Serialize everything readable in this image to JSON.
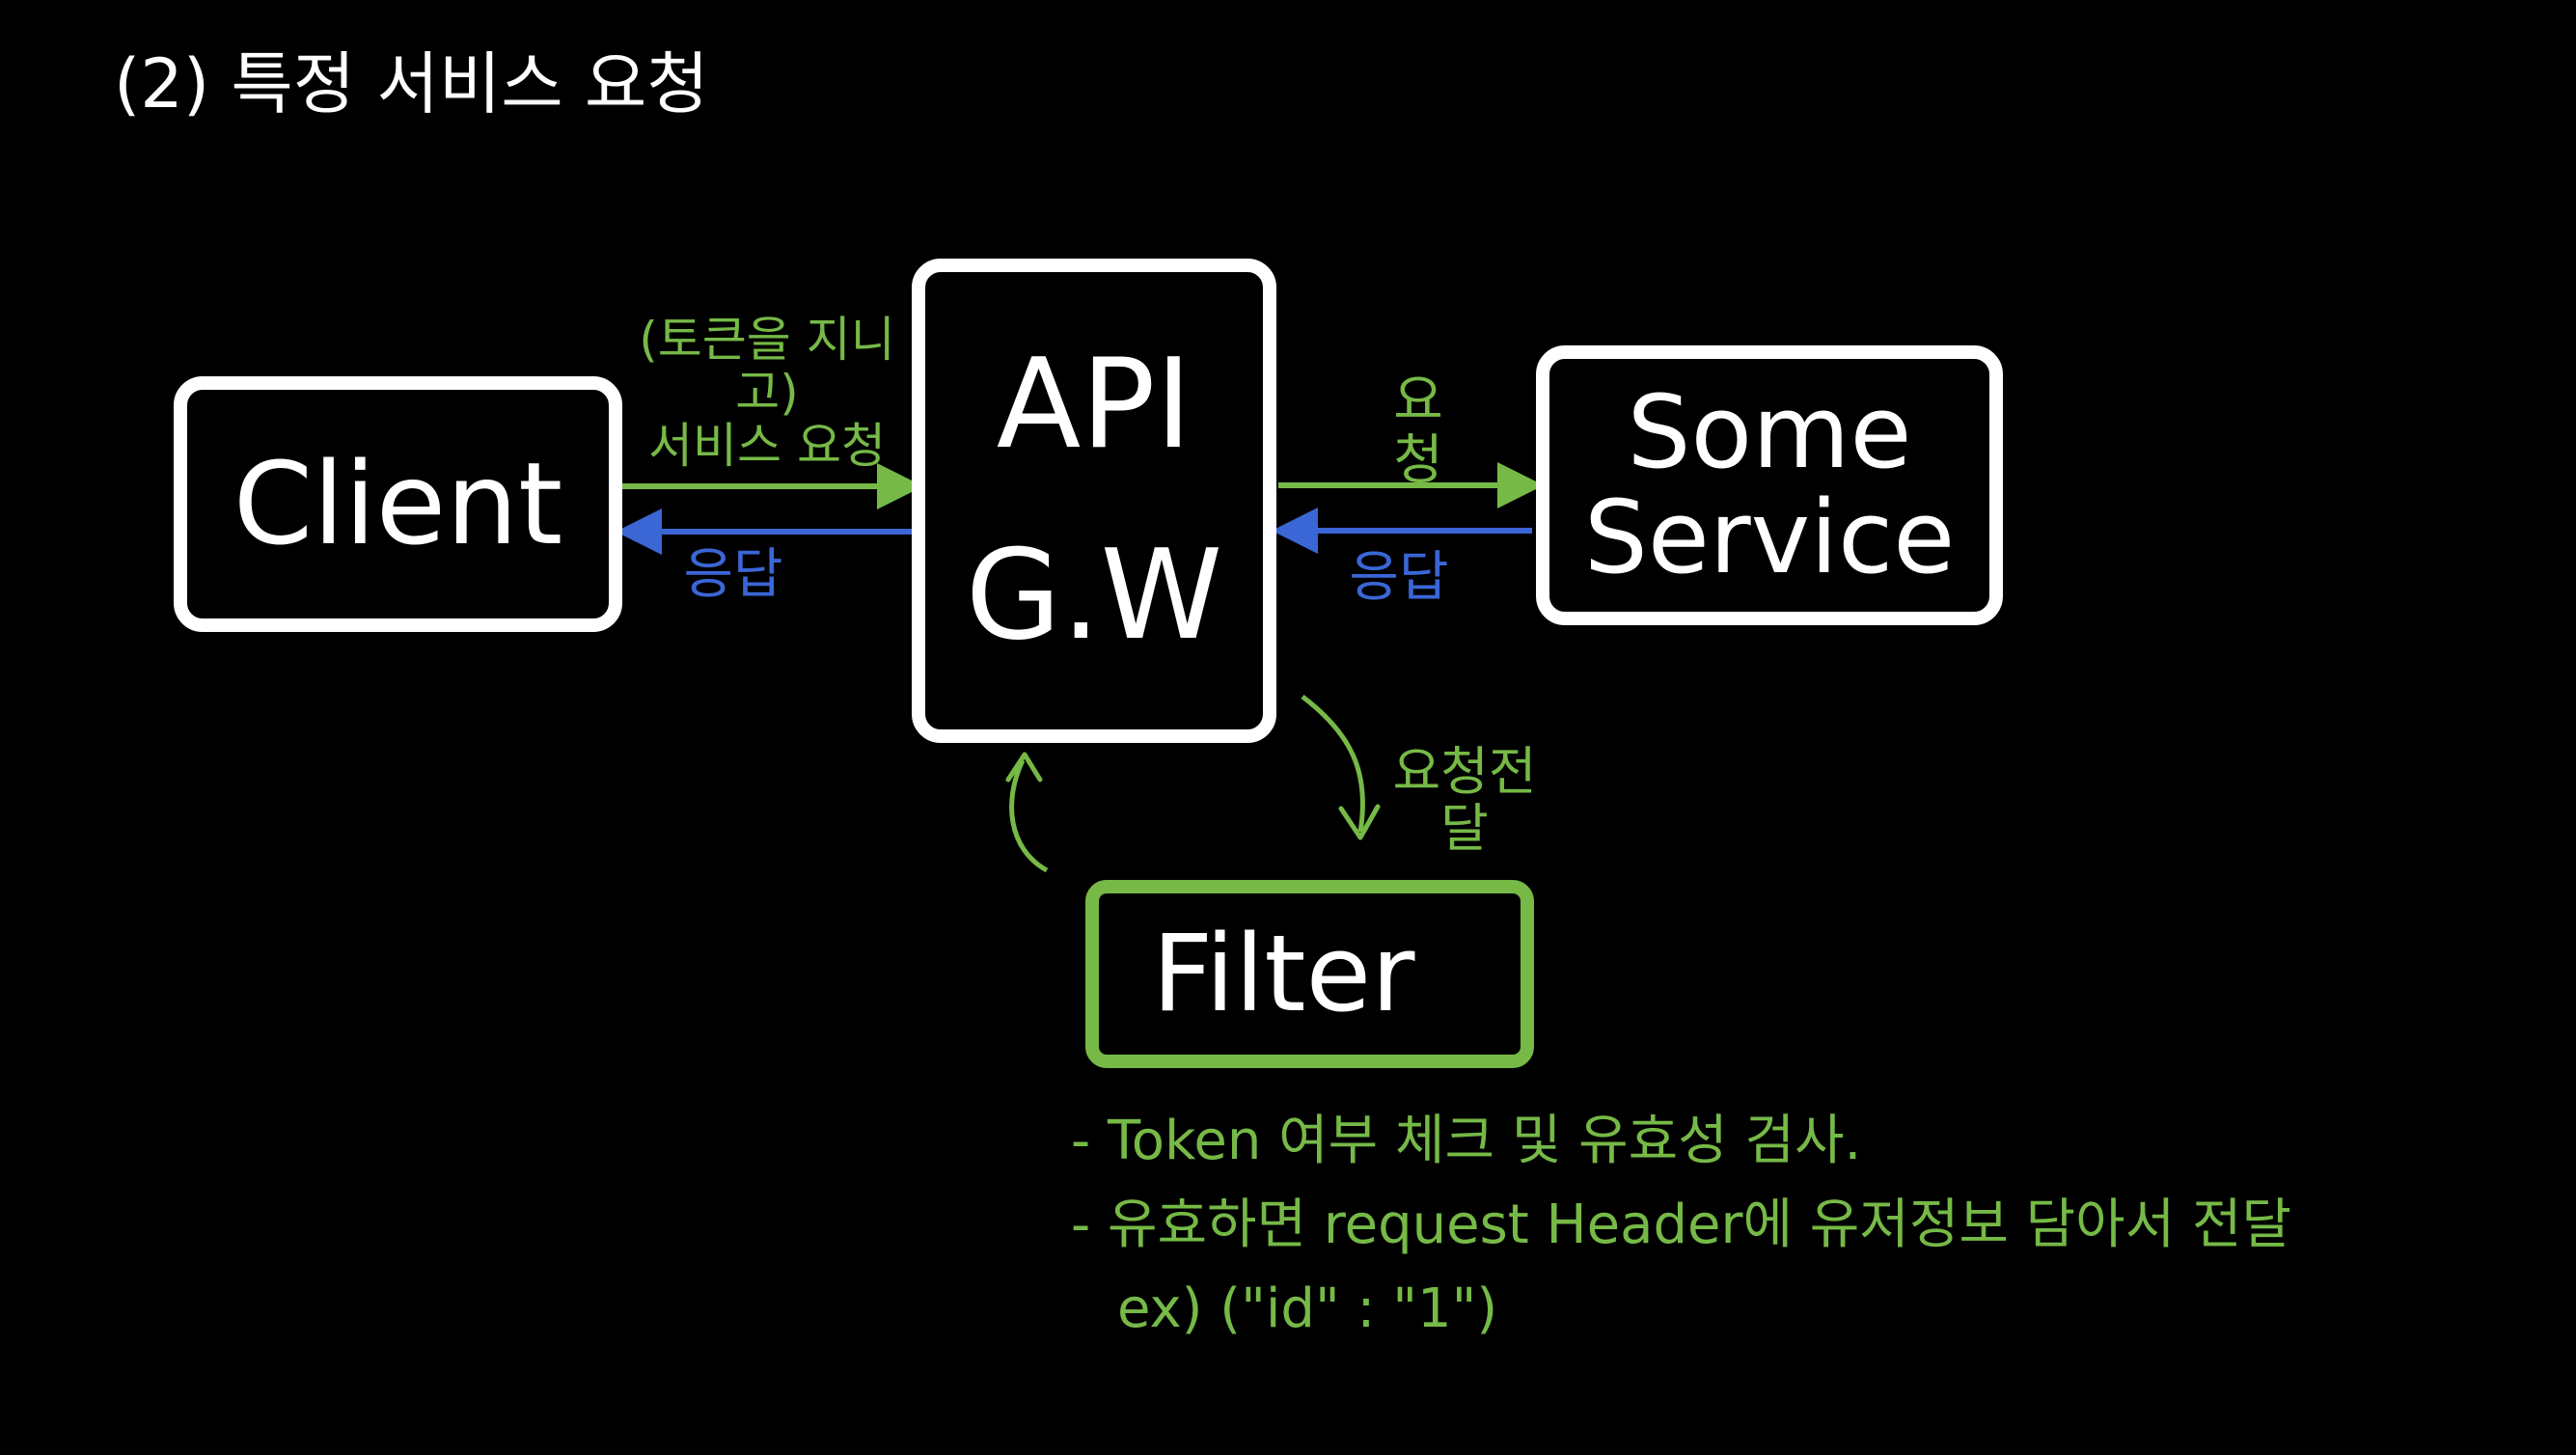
{
  "page": {
    "title": "(2) 특정 서비스 요청"
  },
  "nodes": {
    "client": "Client",
    "gateway": "API\nG.W",
    "service": "Some\nService",
    "filter": "Filter"
  },
  "edges": {
    "client_to_gateway": "(토큰을 지니고)\n서비스 요청",
    "gateway_to_client": "응답",
    "gateway_to_service": "요청",
    "service_to_gateway": "응답",
    "gateway_to_filter": "요청전달"
  },
  "notes": {
    "line1": "- Token 여부 체크 및 유효성 검사.",
    "line2": "- 유효하면 request Header에 유저정보 담아서 전달",
    "line3": "ex) (\"id\" : \"1\")"
  },
  "colors": {
    "background": "#000000",
    "primary": "#ffffff",
    "request": "#76b947",
    "response": "#3a66d6"
  }
}
